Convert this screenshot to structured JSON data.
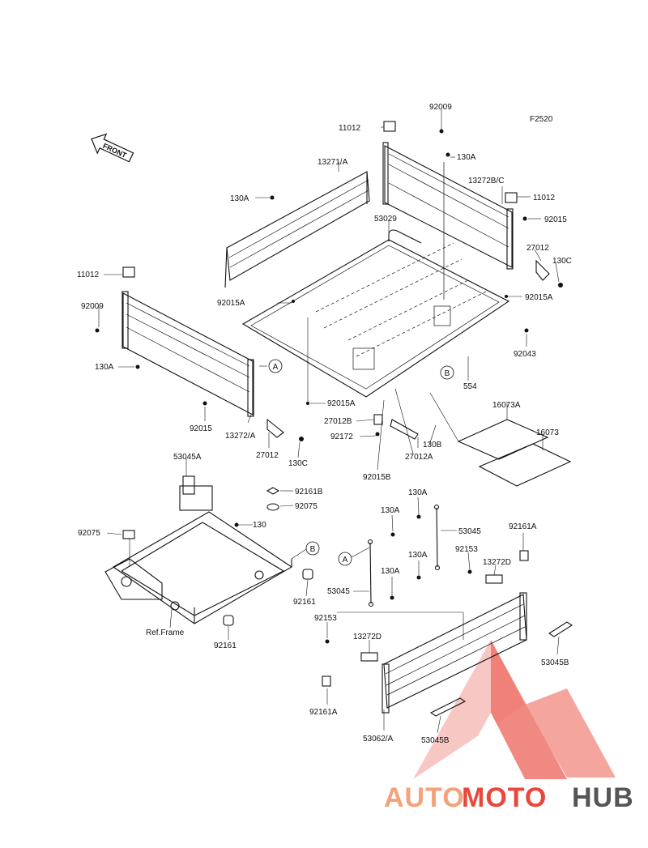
{
  "figure_id": "F2520",
  "front_label": "FRONT",
  "parts": [
    {
      "id": "p1",
      "text": "92009"
    },
    {
      "id": "p2",
      "text": "11012"
    },
    {
      "id": "p3",
      "text": "130A"
    },
    {
      "id": "p4",
      "text": "13271/A"
    },
    {
      "id": "p5",
      "text": "13272B/C"
    },
    {
      "id": "p6",
      "text": "11012"
    },
    {
      "id": "p7",
      "text": "130A"
    },
    {
      "id": "p8",
      "text": "53029"
    },
    {
      "id": "p9",
      "text": "92015"
    },
    {
      "id": "p10",
      "text": "27012"
    },
    {
      "id": "p11",
      "text": "130C"
    },
    {
      "id": "p12",
      "text": "11012"
    },
    {
      "id": "p13",
      "text": "92015A"
    },
    {
      "id": "p14",
      "text": "92015A"
    },
    {
      "id": "p15",
      "text": "92009"
    },
    {
      "id": "p16",
      "text": "92043"
    },
    {
      "id": "p17",
      "text": "130A"
    },
    {
      "id": "p18",
      "text": "554"
    },
    {
      "id": "p19",
      "text": "92015A"
    },
    {
      "id": "p20",
      "text": "16073A"
    },
    {
      "id": "p21",
      "text": "92015"
    },
    {
      "id": "p22",
      "text": "13272/A"
    },
    {
      "id": "p23",
      "text": "27012B"
    },
    {
      "id": "p24",
      "text": "16073"
    },
    {
      "id": "p25",
      "text": "92172"
    },
    {
      "id": "p26",
      "text": "130B"
    },
    {
      "id": "p27",
      "text": "27012"
    },
    {
      "id": "p28",
      "text": "27012A"
    },
    {
      "id": "p29",
      "text": "130C"
    },
    {
      "id": "p30",
      "text": "92015B"
    },
    {
      "id": "p31",
      "text": "53045A"
    },
    {
      "id": "p32",
      "text": "92161B"
    },
    {
      "id": "p33",
      "text": "92075"
    },
    {
      "id": "p34",
      "text": "130A"
    },
    {
      "id": "p35",
      "text": "92075"
    },
    {
      "id": "p36",
      "text": "130"
    },
    {
      "id": "p37",
      "text": "130A"
    },
    {
      "id": "p38",
      "text": "53045"
    },
    {
      "id": "p39",
      "text": "92161A"
    },
    {
      "id": "p40",
      "text": "92153"
    },
    {
      "id": "p41",
      "text": "130A"
    },
    {
      "id": "p42",
      "text": "13272D"
    },
    {
      "id": "p43",
      "text": "92161"
    },
    {
      "id": "p44",
      "text": "53045"
    },
    {
      "id": "p45",
      "text": "130A"
    },
    {
      "id": "p46",
      "text": "Ref.Frame"
    },
    {
      "id": "p47",
      "text": "92153"
    },
    {
      "id": "p48",
      "text": "13272D"
    },
    {
      "id": "p49",
      "text": "92161"
    },
    {
      "id": "p50",
      "text": "53045B"
    },
    {
      "id": "p51",
      "text": "92161A"
    },
    {
      "id": "p52",
      "text": "53062/A"
    },
    {
      "id": "p53",
      "text": "53045B"
    }
  ],
  "callouts": [
    "A",
    "B",
    "B",
    "A"
  ],
  "watermark": {
    "text_a": "AUTO",
    "text_b": "MOTO",
    "text_c": "HUB",
    "color_a": "#f3a27a",
    "color_b": "#e8473a",
    "color_c": "#555555",
    "logo_color": "#e8473a"
  }
}
